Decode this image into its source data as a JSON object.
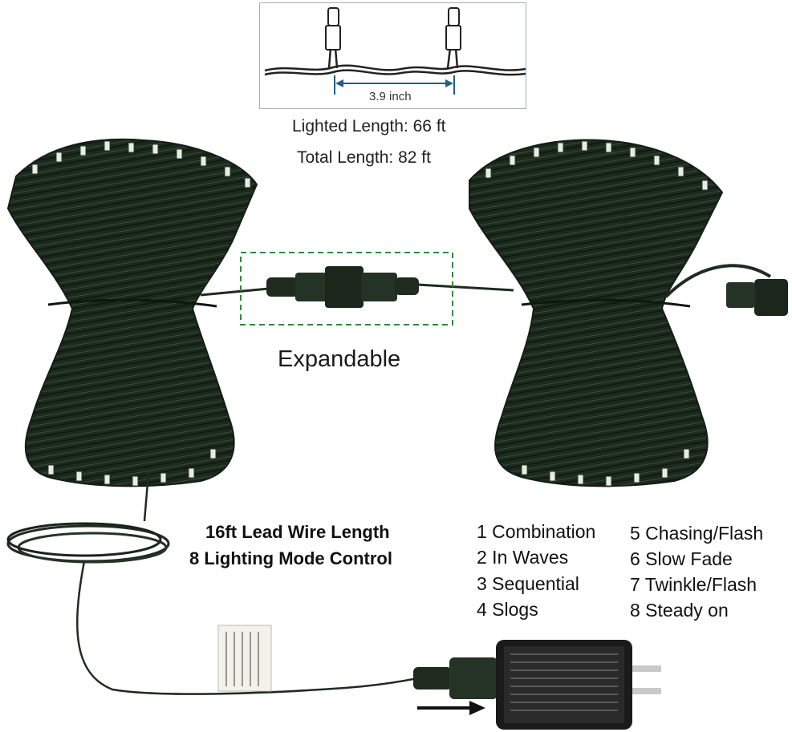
{
  "spacing": {
    "label": "3.9 inch"
  },
  "lengths": {
    "lighted": "Lighted Length: 66 ft",
    "total": "Total Length: 82 ft"
  },
  "connector": {
    "label": "Expandable"
  },
  "features": {
    "lead_wire": "16ft Lead Wire Length",
    "mode_control": "8 Lighting Mode Control"
  },
  "modes": [
    "1 Combination",
    "2 In Waves",
    "3 Sequential",
    "4 Slogs",
    "5 Chasing/Flash",
    "6 Slow Fade",
    "7 Twinkle/Flash",
    "8 Steady on"
  ],
  "colors": {
    "wire": "#1f2b1f",
    "dashed_box": "#2e8b3a",
    "dimension_arrow": "#1f5f8a"
  }
}
